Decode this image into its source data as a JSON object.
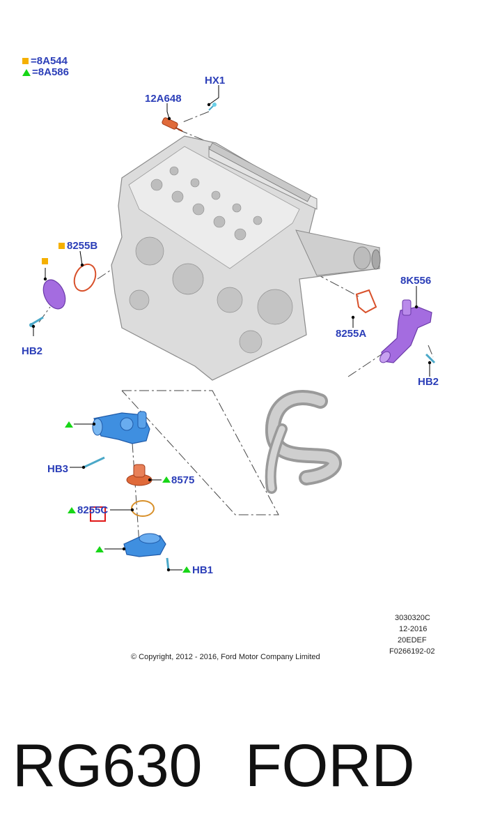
{
  "legend": {
    "square_code": "8A544",
    "triangle_code": "8A586",
    "square_color": "#f5b000",
    "triangle_color": "#17d617",
    "equals": "="
  },
  "labels": {
    "hx1": "HX1",
    "p12a648": "12A648",
    "p8255b": "8255B",
    "hb2_left": "HB2",
    "p8k556": "8K556",
    "p8255a": "8255A",
    "hb2_right": "HB2",
    "hb3": "HB3",
    "p8575": "8575",
    "p8255c": "8255C",
    "hb1": "HB1"
  },
  "document": {
    "ref": "3030320C",
    "date": "12-2016",
    "code": "20EDEF",
    "figure": "F0266192-02",
    "copyright": "© Copyright, 2012 - 2016, Ford Motor Company Limited"
  },
  "footer": {
    "part_number": "RG630",
    "brand": "FORD"
  },
  "colors": {
    "label_blue": "#2b3eb8",
    "engine_gray": "#d9d9d9",
    "sensor_orange": "#e06a3a",
    "purple_part": "#a46ce0",
    "blue_part": "#3f8fe0"
  }
}
